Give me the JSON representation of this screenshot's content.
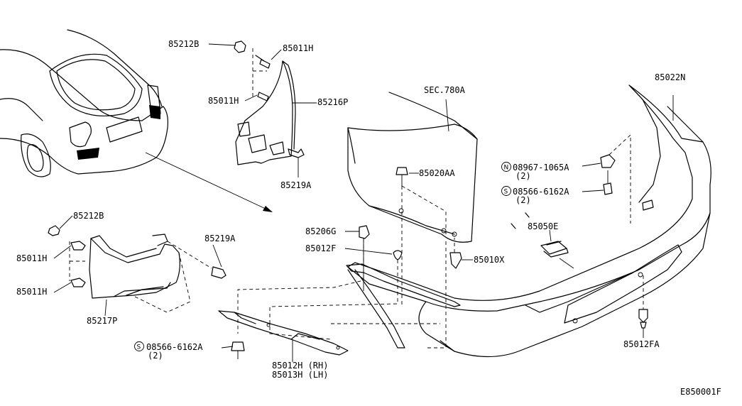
{
  "diagram_id": "E850001F",
  "labels": {
    "p85212B_top": "85212B",
    "p85011H_top1": "85011H",
    "p85011H_top2": "85011H",
    "p85216P": "85216P",
    "p85219A_top": "85219A",
    "secRef": "SEC.780A",
    "p85020AA": "85020AA",
    "p85022N": "85022N",
    "p08967_1065A": "08967-1065A",
    "p08967_qty": "(2)",
    "p08566_right": "08566-6162A",
    "p08566_right_qty": "(2)",
    "p85050E": "85050E",
    "p85010X": "85010X",
    "p85206G": "85206G",
    "p85012F": "85012F",
    "p85212B_left": "85212B",
    "p85011H_left1": "85011H",
    "p85011H_left2": "85011H",
    "p85219A_left": "85219A",
    "p85217P": "85217P",
    "p08566_left": "08566-6162A",
    "p08566_left_qty": "(2)",
    "p85012H": "85012H (RH)",
    "p85013H": "85013H (LH)",
    "p85012FA": "85012FA"
  },
  "symbols": {
    "nut_symbol": "N",
    "screw_symbol": "S"
  }
}
